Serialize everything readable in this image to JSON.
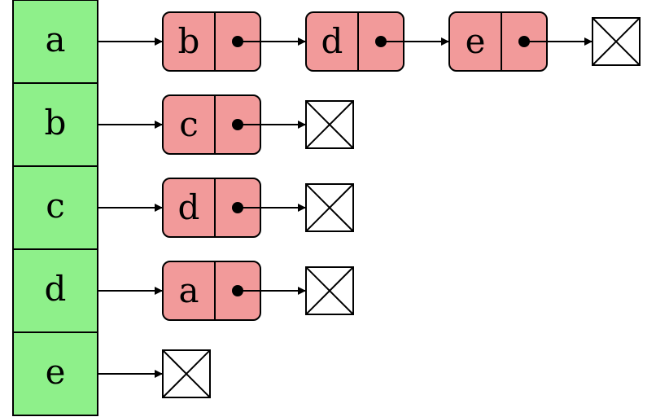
{
  "vertices": [
    {
      "label": "a",
      "neighbors": [
        "b",
        "d",
        "e"
      ]
    },
    {
      "label": "b",
      "neighbors": [
        "c"
      ]
    },
    {
      "label": "c",
      "neighbors": [
        "d"
      ]
    },
    {
      "label": "d",
      "neighbors": [
        "a"
      ]
    },
    {
      "label": "e",
      "neighbors": []
    }
  ],
  "colors": {
    "array_fill": "#8ef08a",
    "node_fill": "#f29a9a",
    "stroke": "#000000",
    "background": "#ffffff"
  }
}
